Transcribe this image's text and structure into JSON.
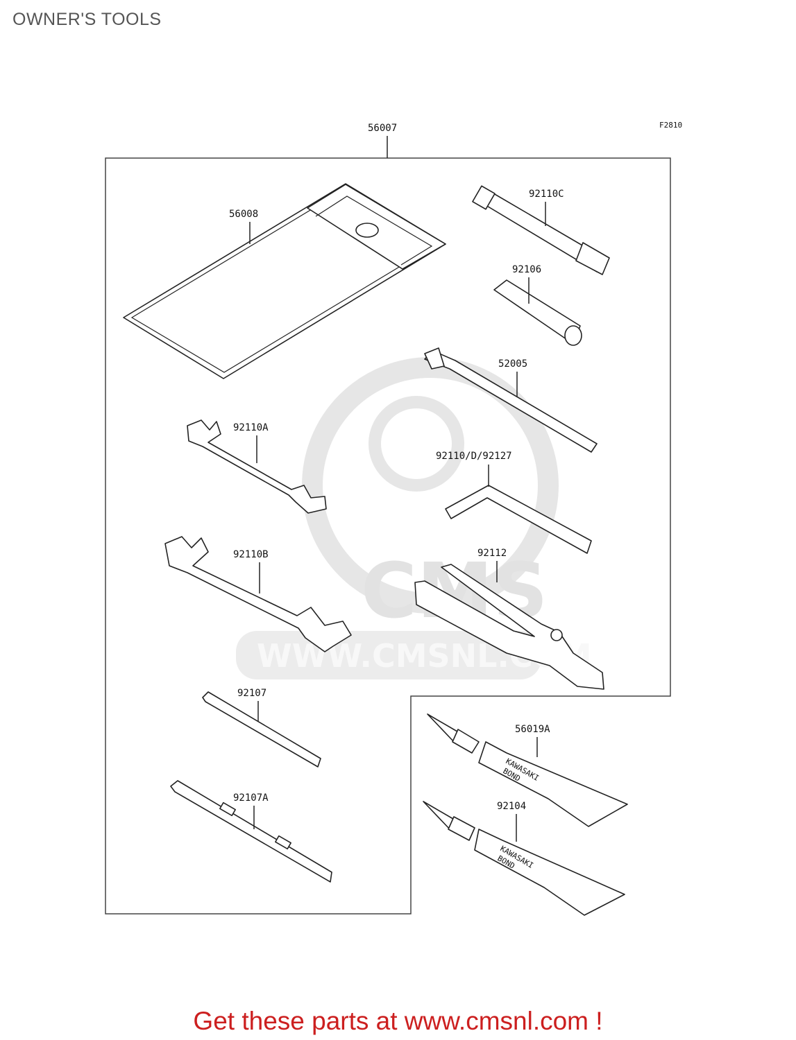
{
  "header": {
    "title": "OWNER'S TOOLS"
  },
  "diagram": {
    "figure_code": "F2810",
    "watermark": {
      "brand": "CMS",
      "url": "WWW.CMSNL.COM"
    },
    "parts": [
      {
        "number": "56007",
        "name": "tool-kit-assembly"
      },
      {
        "number": "56008",
        "name": "tool-bag"
      },
      {
        "number": "92110C",
        "name": "box-wrench"
      },
      {
        "number": "92106",
        "name": "socket-handle"
      },
      {
        "number": "52005",
        "name": "screwdriver-shaft"
      },
      {
        "number": "92110A",
        "name": "open-end-wrench-small"
      },
      {
        "number": "92110/D/92127",
        "name": "hex-key"
      },
      {
        "number": "92110B",
        "name": "open-end-wrench-large"
      },
      {
        "number": "92112",
        "name": "pliers"
      },
      {
        "number": "92107",
        "name": "screwdriver-bit"
      },
      {
        "number": "92107A",
        "name": "double-ended-screwdriver"
      },
      {
        "number": "56019A",
        "name": "bond-tube-a"
      },
      {
        "number": "92104",
        "name": "bond-tube-b"
      }
    ],
    "tube_label": {
      "line1": "KAWASAKI",
      "line2": "BOND"
    }
  },
  "footer": {
    "text": "Get these parts at www.cmsnl.com !"
  }
}
